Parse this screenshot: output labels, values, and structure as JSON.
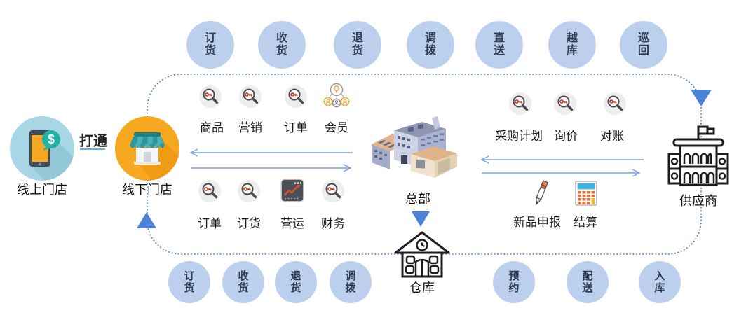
{
  "diagram": {
    "connect_label": "打通",
    "entities": {
      "online_store": "线上门店",
      "offline_store": "线下门店",
      "headquarters": "总部",
      "supplier": "供应商",
      "warehouse": "仓库"
    },
    "badges": {
      "top": [
        {
          "line1": "订",
          "line2": "货"
        },
        {
          "line1": "收",
          "line2": "货"
        },
        {
          "line1": "退",
          "line2": "货"
        },
        {
          "line1": "调",
          "line2": "拨"
        },
        {
          "line1": "直",
          "line2": "送"
        },
        {
          "line1": "越",
          "line2": "库"
        },
        {
          "line1": "巡",
          "line2": "回"
        }
      ],
      "bottom": [
        {
          "line1": "订",
          "line2": "货"
        },
        {
          "line1": "收",
          "line2": "货"
        },
        {
          "line1": "退",
          "line2": "货"
        },
        {
          "line1": "调",
          "line2": "拨"
        },
        {
          "line1": "预",
          "line2": "约"
        },
        {
          "line1": "配",
          "line2": "送"
        },
        {
          "line1": "入",
          "line2": "库"
        }
      ]
    },
    "modules": {
      "store_row1": [
        {
          "label": "商品",
          "icon": "key-search-icon"
        },
        {
          "label": "营销",
          "icon": "key-search-icon"
        },
        {
          "label": "订单",
          "icon": "key-search-icon"
        },
        {
          "label": "会员",
          "icon": "members-network-icon"
        }
      ],
      "store_row2": [
        {
          "label": "订单",
          "icon": "key-search-icon"
        },
        {
          "label": "订货",
          "icon": "key-search-icon"
        },
        {
          "label": "营运",
          "icon": "trend-chart-icon"
        },
        {
          "label": "财务",
          "icon": "key-search-icon"
        }
      ],
      "supplier_row1": [
        {
          "label": "采购计划",
          "icon": "key-search-icon"
        },
        {
          "label": "询价",
          "icon": "key-search-icon"
        },
        {
          "label": "对账",
          "icon": "key-search-icon"
        }
      ],
      "supplier_row2": [
        {
          "label": "新品申报",
          "icon": "pencil-icon"
        },
        {
          "label": "结算",
          "icon": "calculator-icon"
        }
      ]
    },
    "colors": {
      "badge_fill": "#bcd0ee",
      "badge_text": "#2e3f54",
      "dotted_border": "#4576cc",
      "triangle_blue": "#4e82d8",
      "arrow_blue": "#7aa3e8",
      "store_orange": "#f6a623",
      "online_teal": "#a9d6e5",
      "dollar_teal": "#25b2a6",
      "key_red": "#c0392b"
    }
  }
}
